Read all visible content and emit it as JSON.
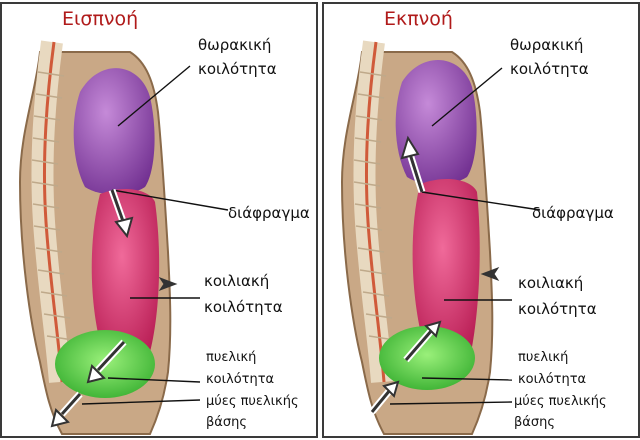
{
  "panels": [
    {
      "title": "Εισπνοή",
      "labels": {
        "thoracic_1": "θωρακική",
        "thoracic_2": "κοιλότητα",
        "diaphragm": "διάφραγμα",
        "abdominal_1": "κοιλιακή",
        "abdominal_2": "κοιλότητα",
        "pelvic_1": "πυελική",
        "pelvic_2": "κοιλότητα",
        "floor_1": "μύες πυελικής",
        "floor_2": "βάσης"
      }
    },
    {
      "title": "Εκπνοή",
      "labels": {
        "thoracic_1": "θωρακική",
        "thoracic_2": "κοιλότητα",
        "diaphragm": "διάφραγμα",
        "abdominal_1": "κοιλιακή",
        "abdominal_2": "κοιλότητα",
        "pelvic_1": "πυελική",
        "pelvic_2": "κοιλότητα",
        "floor_1": "μύες πυελικής",
        "floor_2": "βάσης"
      }
    }
  ],
  "colors": {
    "title": "#b01a1a",
    "thoracic": "#8a3ca8",
    "abdominal": "#d4235e",
    "pelvic": "#3fbf3a",
    "spine": "#e8d9c0",
    "body": "#b89a7a"
  }
}
